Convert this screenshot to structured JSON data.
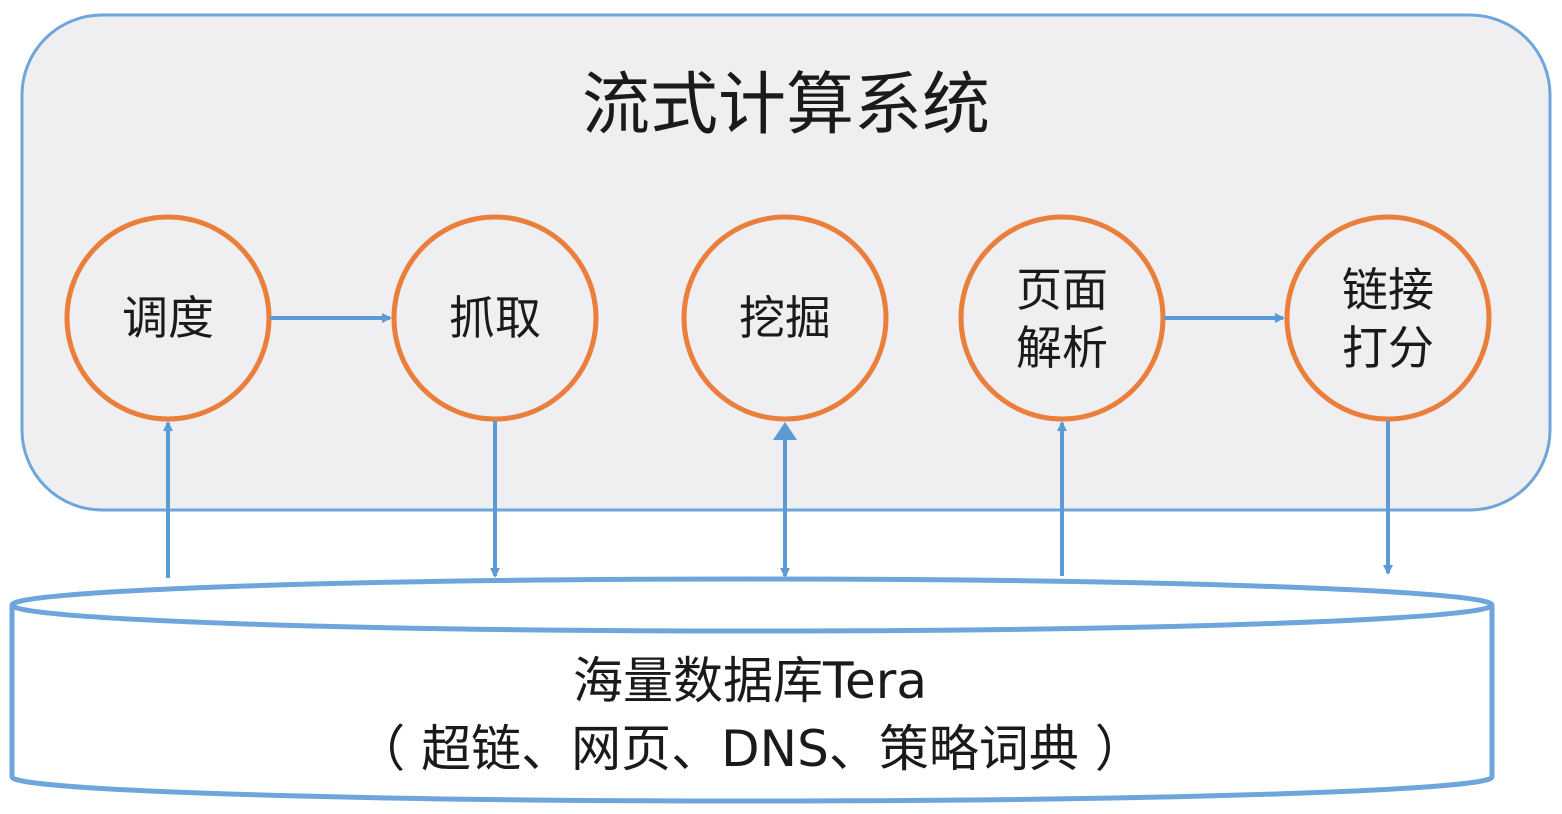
{
  "system": {
    "title": "流式计算系统"
  },
  "nodes": [
    {
      "id": "schedule",
      "lines": [
        "调度"
      ]
    },
    {
      "id": "crawl",
      "lines": [
        "抓取"
      ]
    },
    {
      "id": "mine",
      "lines": [
        "挖掘"
      ]
    },
    {
      "id": "parse",
      "lines": [
        "页面",
        "解析"
      ]
    },
    {
      "id": "score",
      "lines": [
        "链接",
        "打分"
      ]
    }
  ],
  "database": {
    "title": "海量数据库Tera",
    "subtitle": "（ 超链、网页、DNS、策略词典 ）"
  },
  "colors": {
    "panel_fill": "#efeff1",
    "panel_stroke": "#6ea6dc",
    "node_stroke": "#ea7f3c",
    "arrow": "#5b9bd5",
    "db_stroke": "#6ea6dc"
  }
}
